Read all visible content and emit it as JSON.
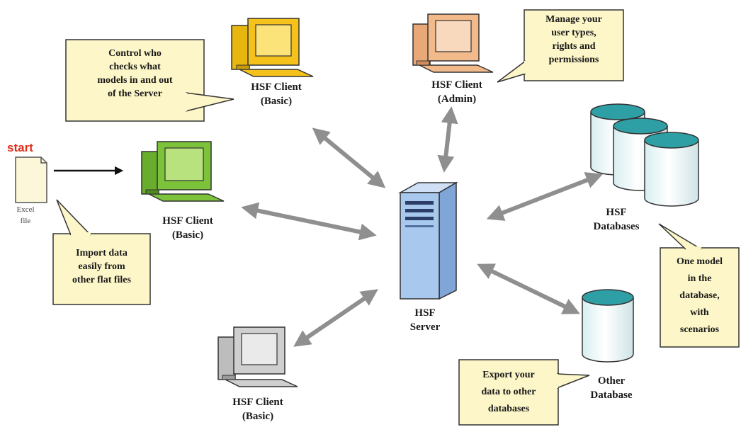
{
  "start_label": "start",
  "excel": {
    "line1": "Excel",
    "line2": "file"
  },
  "clients": {
    "top": {
      "line1": "HSF Client",
      "line2": "(Basic)"
    },
    "admin": {
      "line1": "HSF Client",
      "line2": "(Admin)"
    },
    "left": {
      "line1": "HSF Client",
      "line2": "(Basic)"
    },
    "bottom": {
      "line1": "HSF Client",
      "line2": "(Basic)"
    }
  },
  "server": {
    "line1": "HSF",
    "line2": "Server"
  },
  "hsf_db": {
    "line1": "HSF",
    "line2": "Databases"
  },
  "other_db": {
    "line1": "Other",
    "line2": "Database"
  },
  "notes": {
    "control": [
      "Control who",
      "checks what",
      "models in and out",
      "of the Server"
    ],
    "manage": [
      "Manage your",
      "user types,",
      "rights and",
      "permissions"
    ],
    "import": [
      "Import data",
      "easily from",
      "other flat files"
    ],
    "one_model": [
      "One model",
      "in the",
      "database,",
      "with",
      "scenarios"
    ],
    "export": [
      "Export your",
      "data to other",
      "databases"
    ]
  },
  "colors": {
    "note_fill": "#fcf6c8",
    "arrow": "#8f8f8f",
    "server_blue": "#a9c8ee",
    "db_teal": "#2f9fa6",
    "monitor_yellow": "#f5c21b",
    "monitor_peach": "#f2b98a",
    "monitor_green": "#7cc23a",
    "monitor_gray": "#cfcfcf"
  }
}
